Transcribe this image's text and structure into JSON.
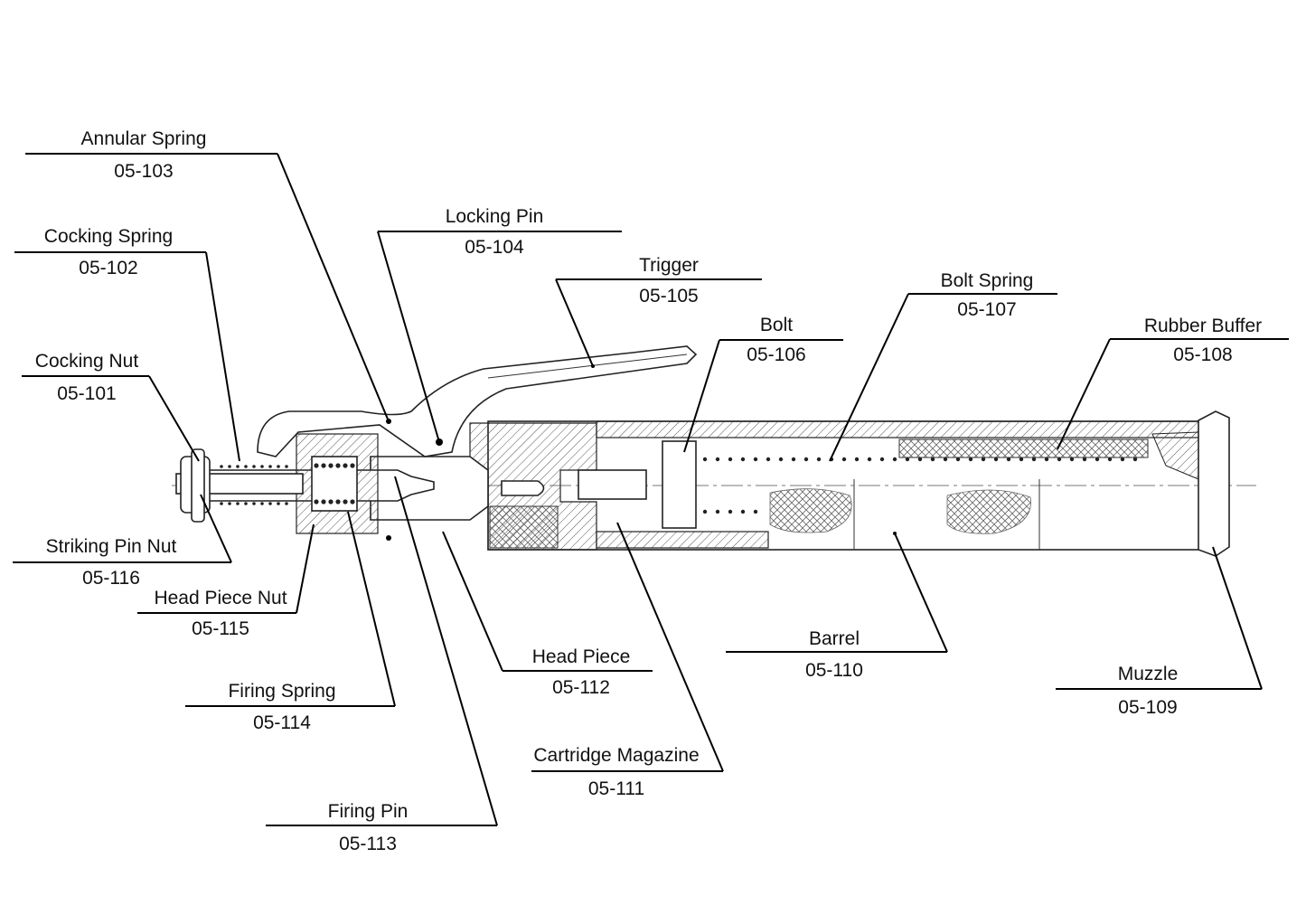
{
  "parts": [
    {
      "id": "cocking-nut",
      "name": "Cocking Nut",
      "code": "05-101"
    },
    {
      "id": "cocking-spring",
      "name": "Cocking Spring",
      "code": "05-102"
    },
    {
      "id": "annular-spring",
      "name": "Annular Spring",
      "code": "05-103"
    },
    {
      "id": "locking-pin",
      "name": "Locking Pin",
      "code": "05-104"
    },
    {
      "id": "trigger",
      "name": "Trigger",
      "code": "05-105"
    },
    {
      "id": "bolt",
      "name": "Bolt",
      "code": "05-106"
    },
    {
      "id": "bolt-spring",
      "name": "Bolt Spring",
      "code": "05-107"
    },
    {
      "id": "rubber-buffer",
      "name": "Rubber Buffer",
      "code": "05-108"
    },
    {
      "id": "muzzle",
      "name": "Muzzle",
      "code": "05-109"
    },
    {
      "id": "barrel",
      "name": "Barrel",
      "code": "05-110"
    },
    {
      "id": "cartridge-magazine",
      "name": "Cartridge Magazine",
      "code": "05-111"
    },
    {
      "id": "head-piece",
      "name": "Head Piece",
      "code": "05-112"
    },
    {
      "id": "firing-pin",
      "name": "Firing Pin",
      "code": "05-113"
    },
    {
      "id": "firing-spring",
      "name": "Firing Spring",
      "code": "05-114"
    },
    {
      "id": "head-piece-nut",
      "name": "Head Piece Nut",
      "code": "05-115"
    },
    {
      "id": "striking-pin-nut",
      "name": "Striking Pin Nut",
      "code": "05-116"
    }
  ]
}
